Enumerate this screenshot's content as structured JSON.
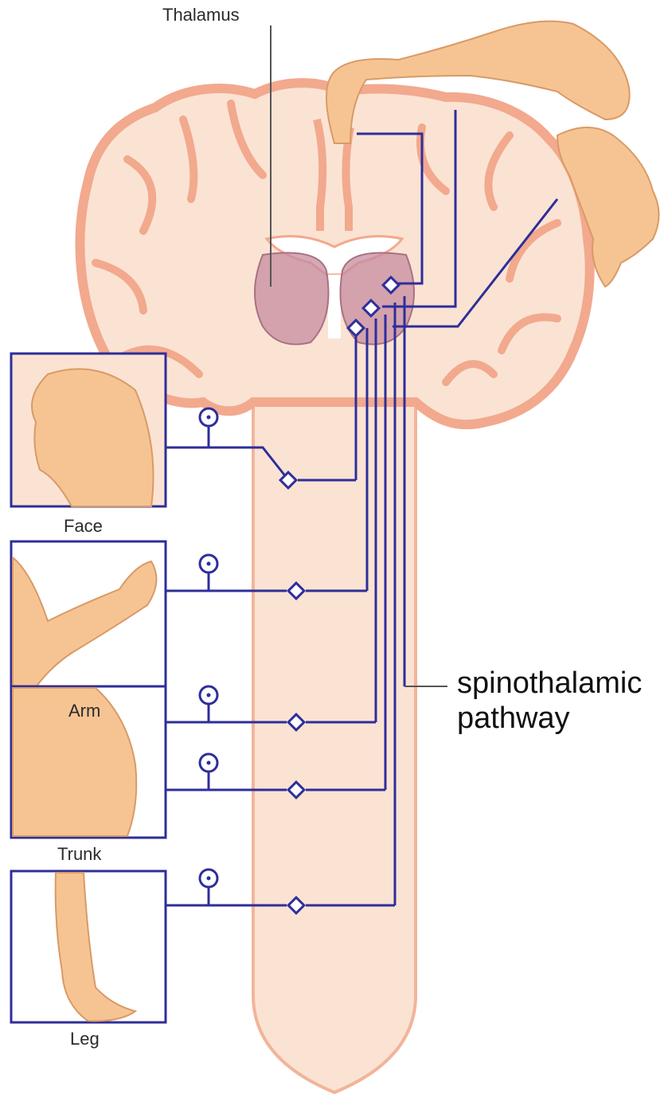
{
  "labels": {
    "thalamus": "Thalamus",
    "face": "Face",
    "arm": "Arm",
    "trunk": "Trunk",
    "leg": "Leg",
    "pathway_line1": "spinothalamic",
    "pathway_line2": "pathway"
  },
  "colors": {
    "cortex": "#f2a98e",
    "tissue": "#fbe3d3",
    "thalamus": "#c58c9f",
    "pathway": "#2e2e9a",
    "skin": "#f6c493"
  }
}
